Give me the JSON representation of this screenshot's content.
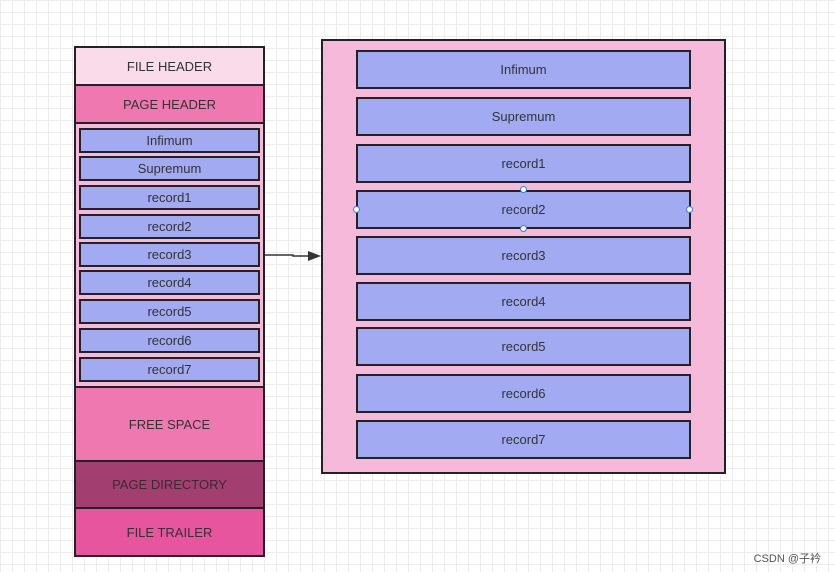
{
  "left": {
    "file_header": "FILE HEADER",
    "page_header": "PAGE HEADER",
    "records": [
      "Infimum",
      "Supremum",
      "record1",
      "record2",
      "record3",
      "record4",
      "record5",
      "record6",
      "record7"
    ],
    "free_space": "FREE SPACE",
    "page_directory": "PAGE DIRECTORY",
    "file_trailer": "FILE TRAILER"
  },
  "right": {
    "records": [
      "Infimum",
      "Supremum",
      "record1",
      "record2",
      "record3",
      "record4",
      "record5",
      "record6",
      "record7"
    ],
    "selected_record": "record2"
  },
  "colors": {
    "file_header": "#fadbe9",
    "page_header": "#ef78b1",
    "records_container": "#f6b9da",
    "record": "#a2abf1",
    "free_space": "#ef78b1",
    "page_directory": "#a33f70",
    "file_trailer": "#e8559f",
    "selection_handle": "#3b7fd8"
  },
  "watermark": "CSDN @子衿"
}
